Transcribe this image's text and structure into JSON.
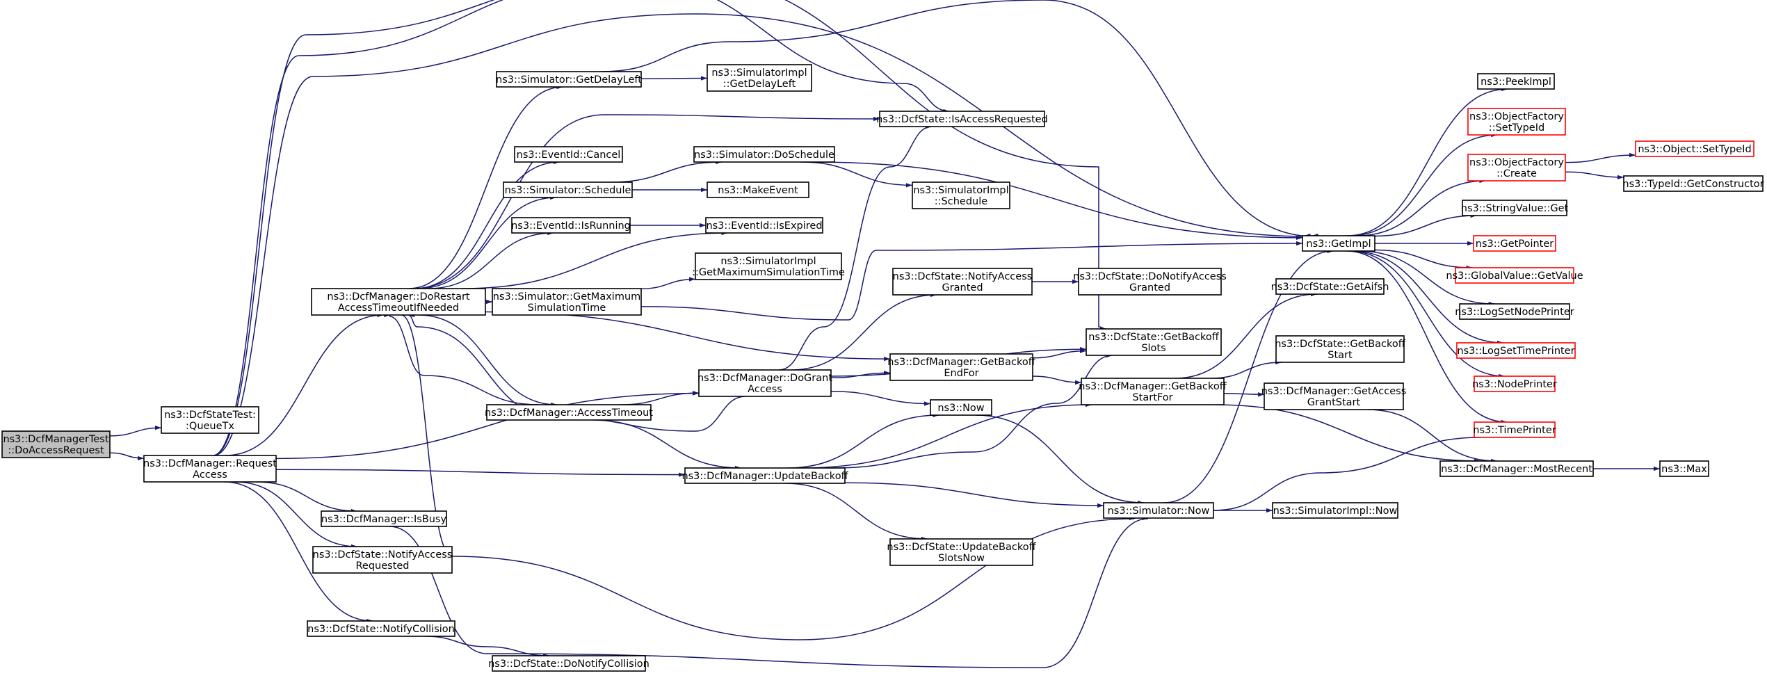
{
  "colors": {
    "edge": "#191970",
    "node_border": "#000000",
    "node_fill": "#ffffff",
    "root_fill": "#bfbfbf",
    "truncated_border": "#ff0000"
  },
  "nodes": [
    {
      "id": "n0",
      "lines": [
        "ns3::DcfManagerTest",
        "::DoAccessRequest"
      ],
      "style": "root"
    },
    {
      "id": "n1",
      "lines": [
        "ns3::DcfStateTest:",
        ":QueueTx"
      ]
    },
    {
      "id": "n2",
      "lines": [
        "ns3::DcfManager::Request",
        "Access"
      ]
    },
    {
      "id": "n3",
      "lines": [
        "ns3::DcfManager::DoRestart",
        "AccessTimeoutIfNeeded"
      ]
    },
    {
      "id": "n4",
      "lines": [
        "ns3::DcfManager::IsBusy"
      ]
    },
    {
      "id": "n5",
      "lines": [
        "ns3::DcfState::NotifyAccess",
        "Requested"
      ]
    },
    {
      "id": "n6",
      "lines": [
        "ns3::DcfState::NotifyCollision"
      ]
    },
    {
      "id": "n7",
      "lines": [
        "ns3::Simulator::GetDelayLeft"
      ]
    },
    {
      "id": "n8",
      "lines": [
        "ns3::EventId::Cancel"
      ]
    },
    {
      "id": "n9",
      "lines": [
        "ns3::Simulator::Schedule"
      ]
    },
    {
      "id": "n10",
      "lines": [
        "ns3::EventId::IsRunning"
      ]
    },
    {
      "id": "n11",
      "lines": [
        "ns3::Simulator::GetMaximum",
        "SimulationTime"
      ]
    },
    {
      "id": "n12",
      "lines": [
        "ns3::DcfManager::AccessTimeout"
      ]
    },
    {
      "id": "n13",
      "lines": [
        "ns3::DcfState::DoNotifyCollision"
      ]
    },
    {
      "id": "n14",
      "lines": [
        "ns3::SimulatorImpl",
        "::GetDelayLeft"
      ]
    },
    {
      "id": "n15",
      "lines": [
        "ns3::Simulator::DoSchedule"
      ]
    },
    {
      "id": "n16",
      "lines": [
        "ns3::MakeEvent"
      ]
    },
    {
      "id": "n17",
      "lines": [
        "ns3::EventId::IsExpired"
      ]
    },
    {
      "id": "n18",
      "lines": [
        "ns3::SimulatorImpl",
        "::GetMaximumSimulationTime"
      ]
    },
    {
      "id": "n19",
      "lines": [
        "ns3::DcfManager::DoGrant",
        "Access"
      ]
    },
    {
      "id": "n20",
      "lines": [
        "ns3::DcfManager::UpdateBackoff"
      ]
    },
    {
      "id": "n21",
      "lines": [
        "ns3::DcfState::IsAccessRequested"
      ]
    },
    {
      "id": "n22",
      "lines": [
        "ns3::SimulatorImpl",
        "::Schedule"
      ]
    },
    {
      "id": "n23",
      "lines": [
        "ns3::DcfState::NotifyAccess",
        "Granted"
      ]
    },
    {
      "id": "n24",
      "lines": [
        "ns3::DcfManager::GetBackoff",
        "EndFor"
      ]
    },
    {
      "id": "n25",
      "lines": [
        "ns3::Now"
      ]
    },
    {
      "id": "n26",
      "lines": [
        "ns3::DcfState::UpdateBackoff",
        "SlotsNow"
      ]
    },
    {
      "id": "n27",
      "lines": [
        "ns3::DcfState::DoNotifyAccess",
        "Granted"
      ]
    },
    {
      "id": "n28",
      "lines": [
        "ns3::DcfState::GetBackoff",
        "Slots"
      ]
    },
    {
      "id": "n29",
      "lines": [
        "ns3::DcfManager::GetBackoff",
        "StartFor"
      ]
    },
    {
      "id": "n30",
      "lines": [
        "ns3::Simulator::Now"
      ]
    },
    {
      "id": "n31",
      "lines": [
        "ns3::GetImpl"
      ]
    },
    {
      "id": "n32",
      "lines": [
        "ns3::DcfState::GetAifsn"
      ]
    },
    {
      "id": "n33",
      "lines": [
        "ns3::DcfState::GetBackoff",
        "Start"
      ]
    },
    {
      "id": "n34",
      "lines": [
        "ns3::DcfManager::GetAccess",
        "GrantStart"
      ]
    },
    {
      "id": "n35",
      "lines": [
        "ns3::SimulatorImpl::Now"
      ]
    },
    {
      "id": "n36",
      "lines": [
        "ns3::PeekImpl"
      ]
    },
    {
      "id": "n37",
      "lines": [
        "ns3::ObjectFactory",
        "::SetTypeId"
      ],
      "style": "truncated"
    },
    {
      "id": "n38",
      "lines": [
        "ns3::ObjectFactory",
        "::Create"
      ],
      "style": "truncated"
    },
    {
      "id": "n39",
      "lines": [
        "ns3::StringValue::Get"
      ]
    },
    {
      "id": "n40",
      "lines": [
        "ns3::GetPointer"
      ],
      "style": "truncated"
    },
    {
      "id": "n41",
      "lines": [
        "ns3::GlobalValue::GetValue"
      ],
      "style": "truncated"
    },
    {
      "id": "n42",
      "lines": [
        "ns3::LogSetNodePrinter"
      ]
    },
    {
      "id": "n43",
      "lines": [
        "ns3::LogSetTimePrinter"
      ],
      "style": "truncated"
    },
    {
      "id": "n44",
      "lines": [
        "ns3::NodePrinter"
      ],
      "style": "truncated"
    },
    {
      "id": "n45",
      "lines": [
        "ns3::TimePrinter"
      ],
      "style": "truncated"
    },
    {
      "id": "n46",
      "lines": [
        "ns3::DcfManager::MostRecent"
      ]
    },
    {
      "id": "n47",
      "lines": [
        "ns3::Max"
      ]
    },
    {
      "id": "n48",
      "lines": [
        "ns3::Object::SetTypeId"
      ],
      "style": "truncated"
    },
    {
      "id": "n49",
      "lines": [
        "ns3::TypeId::GetConstructor"
      ]
    }
  ],
  "edges": [
    [
      "n0",
      "n1"
    ],
    [
      "n0",
      "n2"
    ],
    [
      "n2",
      "n3"
    ],
    [
      "n2",
      "n4"
    ],
    [
      "n2",
      "n5"
    ],
    [
      "n2",
      "n6"
    ],
    [
      "n2",
      "n19"
    ],
    [
      "n2",
      "n20"
    ],
    [
      "n2",
      "n21"
    ],
    [
      "n2",
      "n28"
    ],
    [
      "n2",
      "n31"
    ],
    [
      "n3",
      "n7"
    ],
    [
      "n3",
      "n8"
    ],
    [
      "n3",
      "n9"
    ],
    [
      "n3",
      "n10"
    ],
    [
      "n3",
      "n11"
    ],
    [
      "n3",
      "n12"
    ],
    [
      "n3",
      "n17"
    ],
    [
      "n3",
      "n21"
    ],
    [
      "n3",
      "n24"
    ],
    [
      "n3",
      "n30"
    ],
    [
      "n4",
      "n30"
    ],
    [
      "n6",
      "n13"
    ],
    [
      "n7",
      "n14"
    ],
    [
      "n7",
      "n31"
    ],
    [
      "n9",
      "n15"
    ],
    [
      "n9",
      "n16"
    ],
    [
      "n10",
      "n17"
    ],
    [
      "n11",
      "n18"
    ],
    [
      "n11",
      "n31"
    ],
    [
      "n12",
      "n3"
    ],
    [
      "n12",
      "n19"
    ],
    [
      "n12",
      "n20"
    ],
    [
      "n15",
      "n22"
    ],
    [
      "n15",
      "n31"
    ],
    [
      "n19",
      "n3"
    ],
    [
      "n19",
      "n21"
    ],
    [
      "n19",
      "n23"
    ],
    [
      "n19",
      "n24"
    ],
    [
      "n19",
      "n25"
    ],
    [
      "n19",
      "n28"
    ],
    [
      "n20",
      "n25"
    ],
    [
      "n20",
      "n26"
    ],
    [
      "n20",
      "n28"
    ],
    [
      "n20",
      "n29"
    ],
    [
      "n20",
      "n30"
    ],
    [
      "n23",
      "n27"
    ],
    [
      "n24",
      "n28"
    ],
    [
      "n24",
      "n29"
    ],
    [
      "n25",
      "n30"
    ],
    [
      "n29",
      "n32"
    ],
    [
      "n29",
      "n33"
    ],
    [
      "n29",
      "n34"
    ],
    [
      "n29",
      "n46"
    ],
    [
      "n30",
      "n31"
    ],
    [
      "n30",
      "n35"
    ],
    [
      "n31",
      "n36"
    ],
    [
      "n31",
      "n37"
    ],
    [
      "n31",
      "n38"
    ],
    [
      "n31",
      "n39"
    ],
    [
      "n31",
      "n40"
    ],
    [
      "n31",
      "n41"
    ],
    [
      "n31",
      "n42"
    ],
    [
      "n31",
      "n43"
    ],
    [
      "n31",
      "n44"
    ],
    [
      "n31",
      "n45"
    ],
    [
      "n34",
      "n46"
    ],
    [
      "n38",
      "n48"
    ],
    [
      "n38",
      "n49"
    ],
    [
      "n45",
      "n30"
    ],
    [
      "n46",
      "n47"
    ]
  ]
}
